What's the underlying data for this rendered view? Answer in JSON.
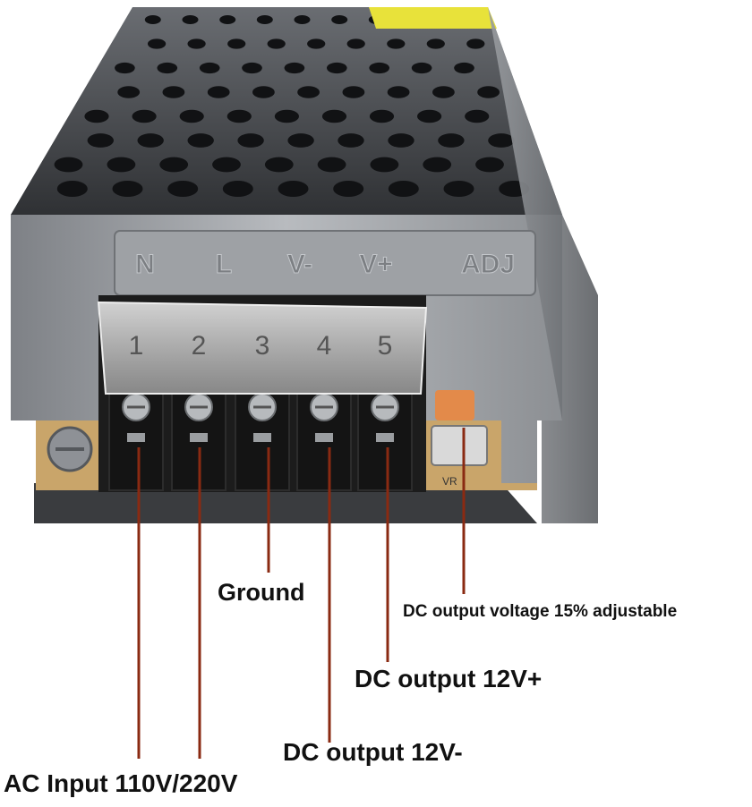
{
  "colors": {
    "leader": "#8a2a12",
    "casing_dark": "#4a4c50",
    "casing_light": "#a9acb0",
    "terminal_block": "#1c1c1c",
    "pcb": "#c9a56a",
    "pot": "#e38a4a",
    "label_sticker": "#e8e23a",
    "label_text": "#111111"
  },
  "product": {
    "casing_markings": [
      "N",
      "L",
      "V-",
      "V+",
      "ADJ"
    ],
    "terminal_numbers": [
      "1",
      "2",
      "3",
      "4",
      "5"
    ],
    "pot_marking": "VR"
  },
  "callouts": {
    "ground": "Ground",
    "adjust": "DC output voltage 15% adjustable",
    "dc_plus": "DC output 12V+",
    "dc_minus": "DC output 12V-",
    "ac_input": "AC Input 110V/220V"
  }
}
